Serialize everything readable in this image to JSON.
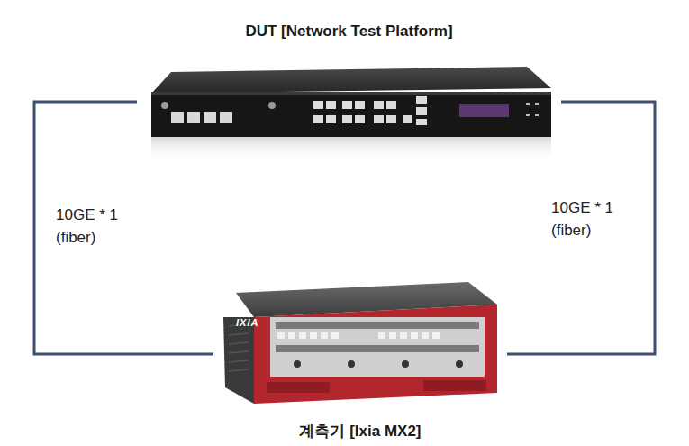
{
  "diagram": {
    "nodes": [
      {
        "text": [
          "DUT [Network Test Platform]"
        ]
      },
      {
        "text": [
          "계측기 [Ixia MX2]"
        ]
      }
    ],
    "edges": [
      {
        "from": 0,
        "to": 1,
        "arrow": "none",
        "label": "10GE * 1 (fiber)"
      },
      {
        "from": 0,
        "to": 1,
        "arrow": "none",
        "label": "10GE * 1 (fiber)"
      }
    ],
    "labels": [
      "IXIA"
    ]
  }
}
